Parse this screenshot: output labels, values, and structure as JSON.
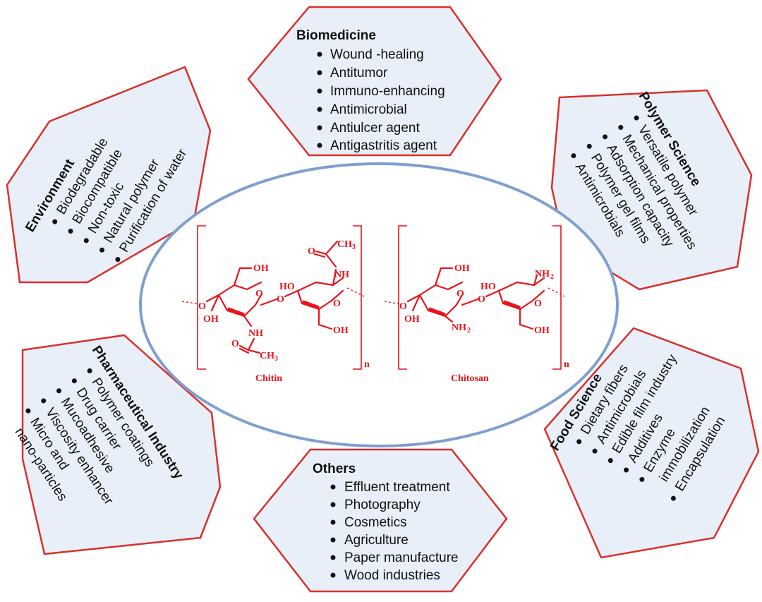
{
  "colors": {
    "panel_fill": "#e8eff8",
    "panel_border": "#d9302a",
    "ellipse_stroke": "#7f9fd0",
    "structure": "#e8141b"
  },
  "center": {
    "chitin": {
      "name": "Chitin",
      "groups": {
        "oh_top": "OH",
        "oh_left": "OH",
        "oh_mid": "HO",
        "nh_bottom": "NH",
        "ch3_bottom": "CH",
        "ch3_bottom_sub": "3",
        "nh_top": "NH",
        "ch3_top": "CH",
        "ch3_top_sub": "3",
        "oh_bottom": "OH",
        "o_bridge": "O",
        "o_ring1": "O",
        "o_ring2": "O",
        "o_left": "O",
        "o_carbonyl_top": "O",
        "o_carbonyl_bottom": "O",
        "n": "n"
      }
    },
    "chitosan": {
      "name": "Chitosan",
      "groups": {
        "oh_top": "OH",
        "oh_left": "OH",
        "oh_mid": "HO",
        "nh2_bottom": "NH",
        "nh2_bottom_sub": "2",
        "nh2_top": "NH",
        "nh2_top_sub": "2",
        "oh_bottom": "OH",
        "o_bridge": "O",
        "o_ring1": "O",
        "o_ring2": "O",
        "o_left": "O",
        "n": "n"
      }
    }
  },
  "panels": {
    "biomedicine": {
      "title": "Biomedicine",
      "items": [
        "Wound -healing",
        "Antitumor",
        "Immuno-enhancing",
        "Antimicrobial",
        "Antiulcer agent",
        "Antigastritis agent"
      ]
    },
    "environment": {
      "title": "Environment",
      "items": [
        "Biodegradable",
        "Biocompatible",
        "Non-toxic",
        "Natural polymer",
        "Purification of water"
      ]
    },
    "polymer_science": {
      "title": "Polymer Science",
      "items": [
        "Versatile polymer",
        "Mechanical properties",
        "Adsorption capacity",
        "Polymer gel films",
        "Antimicrobials"
      ]
    },
    "pharmaceutical": {
      "title": "Pharmaceutical Industry",
      "items": [
        "Polymer coatings",
        "Drug carrier",
        "Mucoadhesive",
        "Viscosity enhancer",
        "Micro and",
        "nano-particles"
      ]
    },
    "food_science": {
      "title": "Food Science",
      "items": [
        "Dietary fibers",
        "Antimicrobials",
        "Edible film industry",
        "Additives",
        "Enzyme",
        "immobilization",
        "Encapsulation"
      ]
    },
    "others": {
      "title": "Others",
      "items": [
        "Effluent treatment",
        "Photography",
        "Cosmetics",
        "Agriculture",
        "Paper manufacture",
        "Wood industries"
      ]
    }
  }
}
